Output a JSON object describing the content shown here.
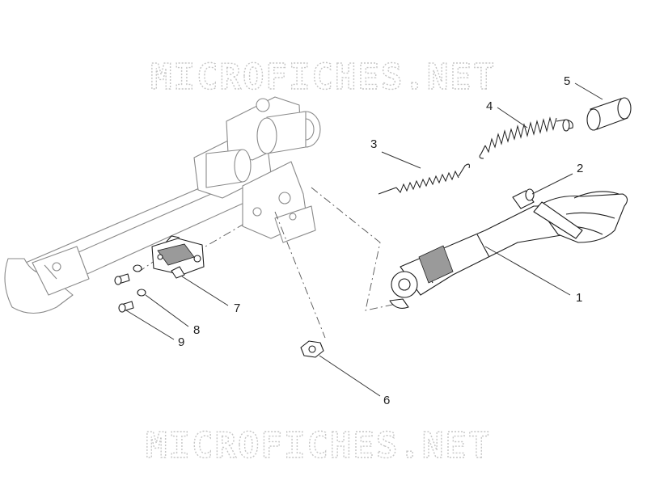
{
  "watermark": {
    "top": "MICROFICHES.NET",
    "bottom": "MICROFICHES.NET"
  },
  "callouts": [
    {
      "id": "1",
      "label": "1"
    },
    {
      "id": "2",
      "label": "2"
    },
    {
      "id": "3",
      "label": "3"
    },
    {
      "id": "4",
      "label": "4"
    },
    {
      "id": "5",
      "label": "5"
    },
    {
      "id": "6",
      "label": "6"
    },
    {
      "id": "7",
      "label": "7"
    },
    {
      "id": "8",
      "label": "8"
    },
    {
      "id": "9",
      "label": "9"
    }
  ]
}
